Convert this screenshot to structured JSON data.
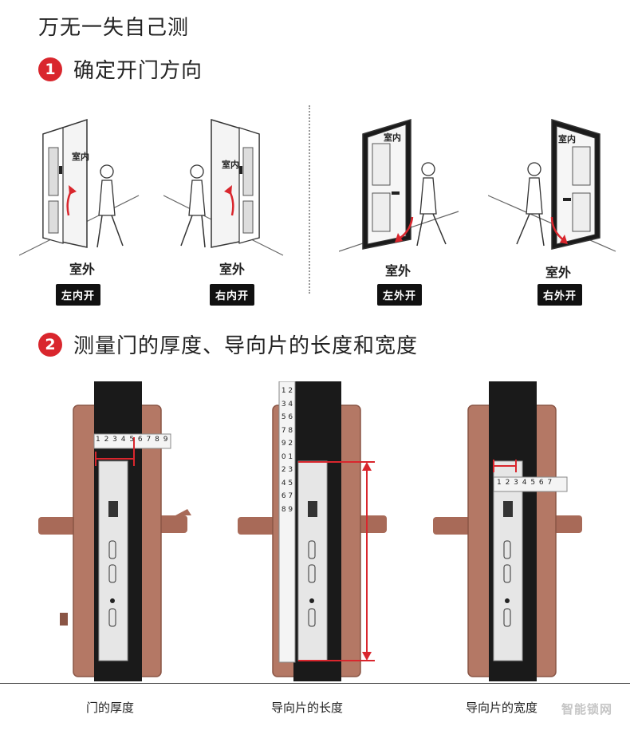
{
  "page_title": "万无一失自己测",
  "step1": {
    "number": "1",
    "text": "确定开门方向"
  },
  "step2": {
    "number": "2",
    "text": "测量门的厚度、导向片的长度和宽度"
  },
  "doors": [
    {
      "inner_label": "室内",
      "outer_label": "室外",
      "type": "左内开"
    },
    {
      "inner_label": "室内",
      "outer_label": "室外",
      "type": "右内开"
    },
    {
      "inner_label": "室内",
      "outer_label": "室外",
      "type": "左外开"
    },
    {
      "inner_label": "室内",
      "outer_label": "室外",
      "type": "右外开"
    }
  ],
  "measurements": [
    {
      "caption": "门的厚度",
      "ruler": "1 2 3 4 5 6 7 8 9"
    },
    {
      "caption": "导向片的长度",
      "ruler": "1 2 3 4 5 6 7 8 9 20 1 2 3 4 5 6 7 8 9"
    },
    {
      "caption": "导向片的宽度",
      "ruler": "1 2 3 4 5 6 7"
    }
  ],
  "watermark": "智能锁网",
  "colors": {
    "accent": "#d9262d",
    "copper": "#b47865",
    "panel": "#1a1a1a",
    "plate": "#e6e6e6"
  }
}
